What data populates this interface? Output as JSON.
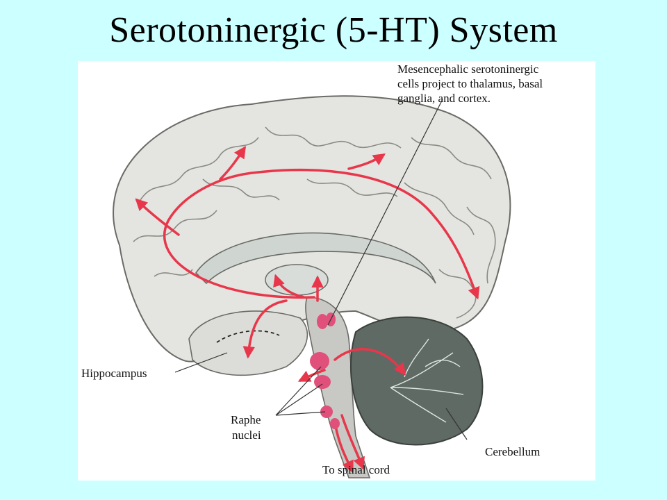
{
  "slide": {
    "title": "Serotoninergic (5-HT) System"
  },
  "figure": {
    "annotation_lines": [
      "Mesencephalic serotoninergic",
      "cells project to thalamus, basal",
      "ganglia, and cortex."
    ],
    "labels": {
      "hippocampus": "Hippocampus",
      "raphe_line1": "Raphe",
      "raphe_line2": "nuclei",
      "cerebellum": "Cerebellum",
      "spinal_cord": "To spinal cord"
    }
  },
  "colors": {
    "background": "#ccffff",
    "pathway": "#e8364a",
    "nuclei": "#e0507a"
  }
}
